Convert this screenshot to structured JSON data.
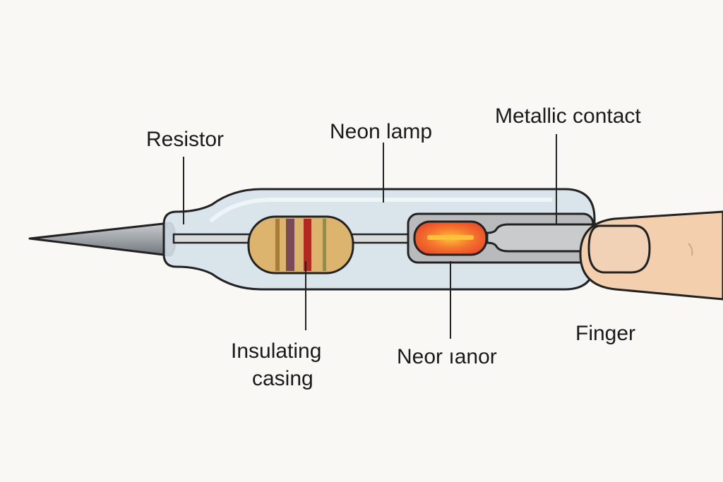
{
  "labels": {
    "resistor": "Resistor",
    "neon_lamp": "Neon lamp",
    "metallic_contact": "Metallic contact",
    "insulating_casing_line1": "Insulating",
    "insulating_casing_line2": "casing",
    "neon_lamp_bottom": "Neor ıanor",
    "finger": "Finger"
  },
  "colors": {
    "background": "#faf8f5",
    "casing": "#d5e1ea",
    "resistor_body": "#dcb46e",
    "neon_glow": "#f0602a",
    "finger_skin": "#f3cfae",
    "outline": "#222222"
  }
}
